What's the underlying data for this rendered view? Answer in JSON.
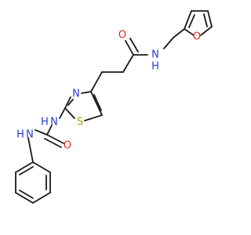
{
  "atoms": {
    "o_amide": "O",
    "n_amide": "N",
    "h_amide": "H",
    "o_furan": "O",
    "n_thiazole": "N",
    "s_thiazole": "S",
    "n_urea1": "N",
    "h_urea1": "H",
    "n_urea2": "N",
    "h_urea2": "H",
    "o_urea": "O"
  },
  "colors": {
    "bond": "#1a1a1a",
    "oxygen": "#e8281e",
    "nitrogen": "#2a3bd6",
    "sulfur": "#b5a000"
  }
}
